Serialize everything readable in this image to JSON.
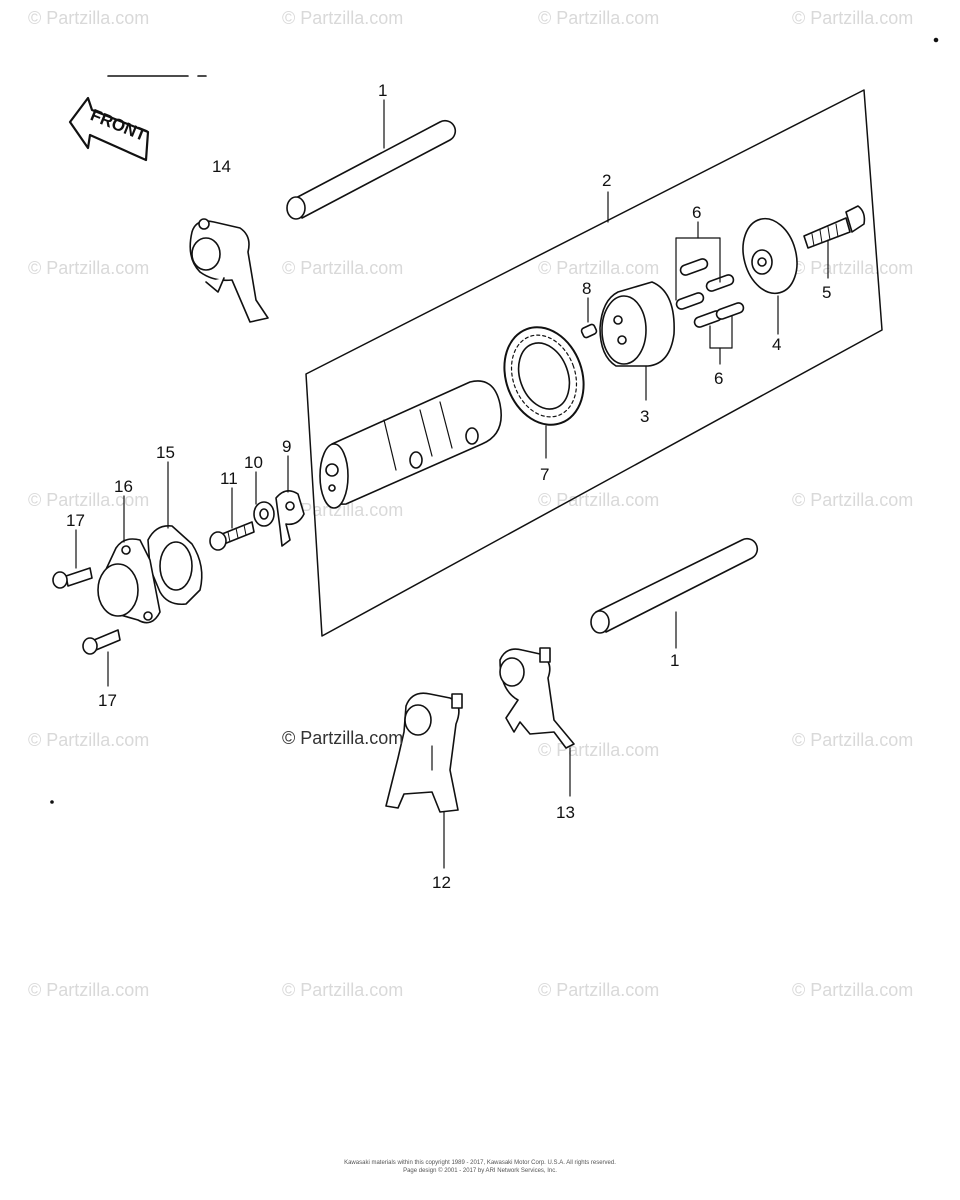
{
  "watermark_text": "© Partzilla.com",
  "center_watermark": "© Partzilla.com",
  "front_label": "FRONT",
  "callouts": [
    "1",
    "2",
    "3",
    "4",
    "5",
    "6",
    "7",
    "8",
    "9",
    "10",
    "11",
    "12",
    "13",
    "14",
    "15",
    "16",
    "17"
  ],
  "footer": {
    "line1": "Kawasaki materials within this copyright 1989 - 2017, Kawasaki Motor Corp. U.S.A. All rights reserved.",
    "line2": "Page design © 2001 - 2017 by ARI Network Services, Inc."
  },
  "colors": {
    "line": "#111111",
    "watermark": "#d9d9d9"
  }
}
